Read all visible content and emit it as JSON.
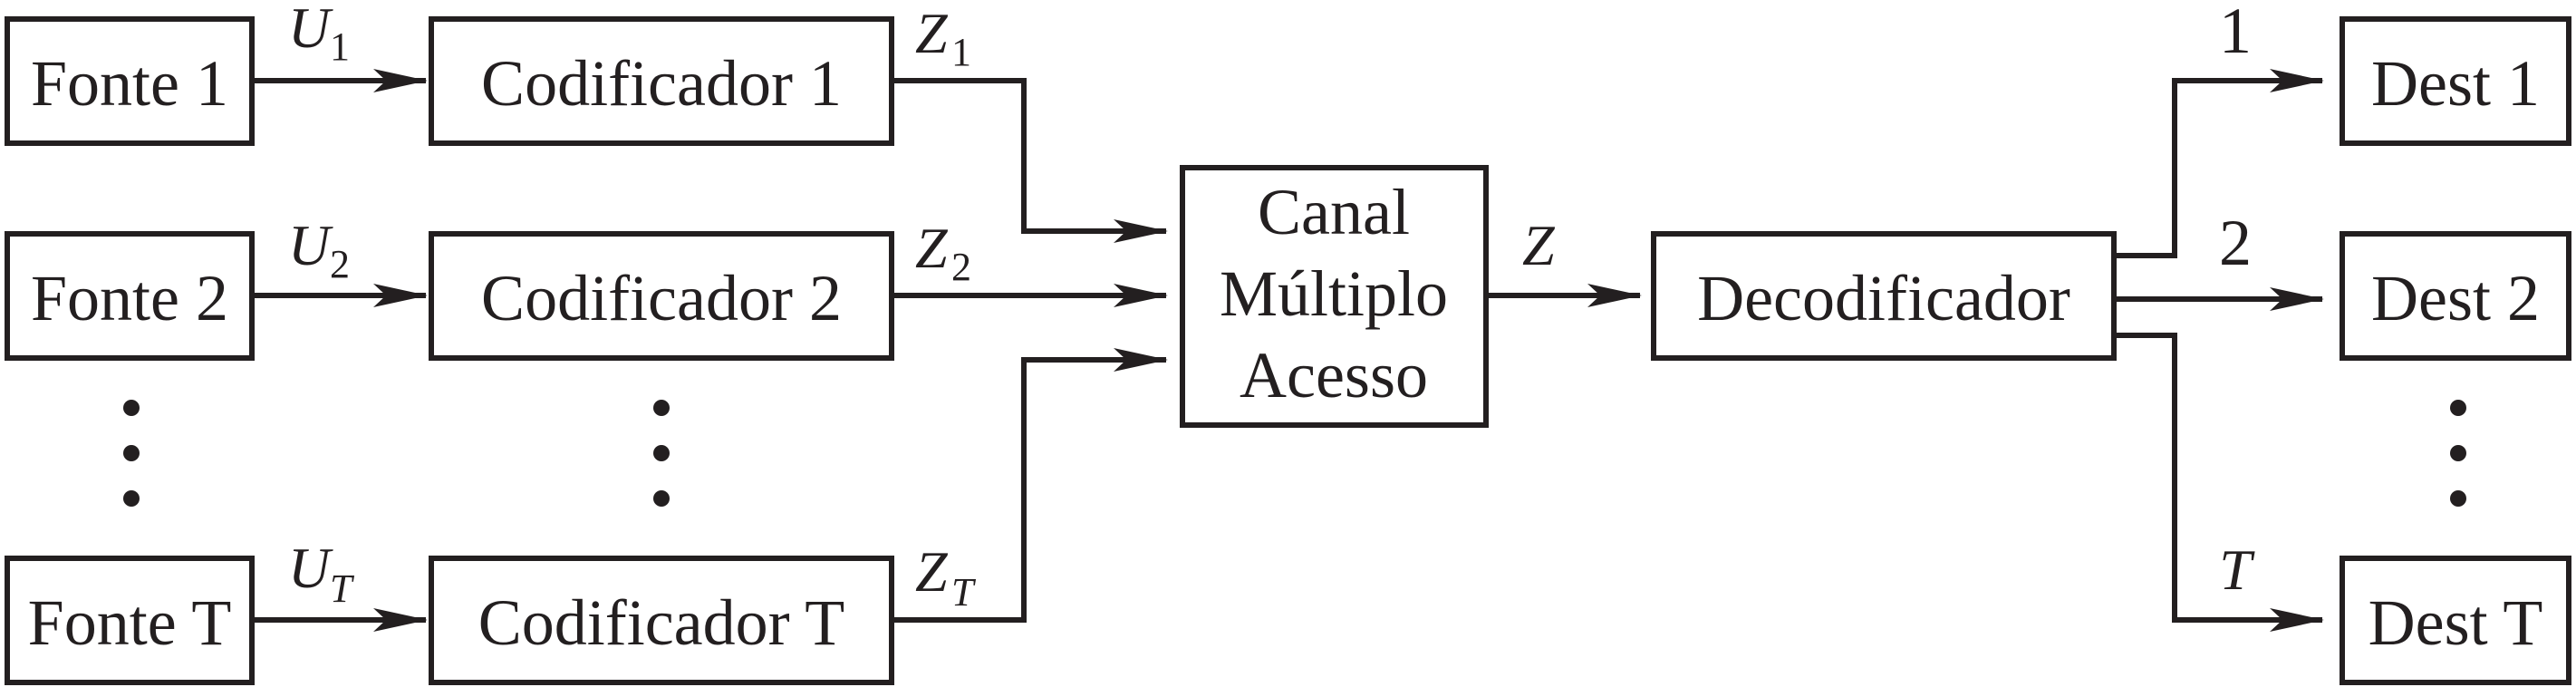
{
  "sources": [
    {
      "label": "Fonte 1",
      "signal": {
        "symbol": "U",
        "index": "1"
      }
    },
    {
      "label": "Fonte 2",
      "signal": {
        "symbol": "U",
        "index": "2"
      }
    },
    {
      "label": "Fonte T",
      "signal": {
        "symbol": "U",
        "index": "T"
      }
    }
  ],
  "encoders": [
    {
      "label": "Codificador 1",
      "signal": {
        "symbol": "Z",
        "index": "1"
      }
    },
    {
      "label": "Codificador 2",
      "signal": {
        "symbol": "Z",
        "index": "2"
      }
    },
    {
      "label": "Codificador T",
      "signal": {
        "symbol": "Z",
        "index": "T"
      }
    }
  ],
  "channel": {
    "lines": [
      "Canal",
      "Múltiplo",
      "Acesso"
    ],
    "output_signal": "Z"
  },
  "decoder": {
    "label": "Decodificador"
  },
  "destinations": [
    {
      "label": "Dest 1",
      "signal": "1"
    },
    {
      "label": "Dest 2",
      "signal": "2"
    },
    {
      "label": "Dest T",
      "signal": "T"
    }
  ],
  "colors": {
    "stroke": "#231f20",
    "background": "#ffffff"
  }
}
